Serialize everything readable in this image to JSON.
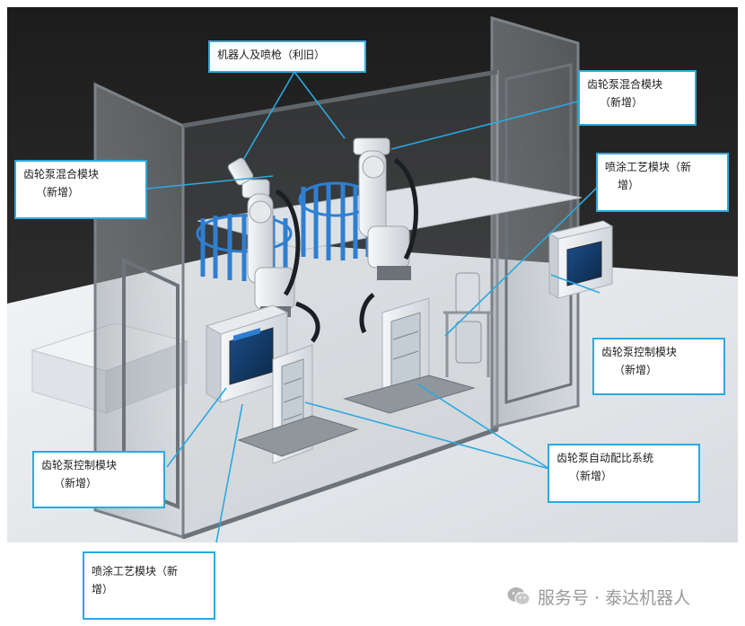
{
  "callouts": {
    "robot_spray_gun": {
      "line1": "机器人及喷枪（利旧）"
    },
    "mixing_left": {
      "line1": "齿轮泵混合模块",
      "line2": "（新增）"
    },
    "mixing_right": {
      "line1": "齿轮泵混合模块",
      "line2": "（新增）"
    },
    "spray_process_right": {
      "line1": "喷涂工艺模块（新",
      "line2": "增）"
    },
    "control_right": {
      "line1": "齿轮泵控制模块",
      "line2": "（新增）"
    },
    "control_left": {
      "line1": "齿轮泵控制模块",
      "line2": "（新增）"
    },
    "auto_ratio_system": {
      "line1": "齿轮泵自动配比系统",
      "line2": "（新增）"
    },
    "spray_process_bottom": {
      "line1": "喷涂工艺模块（新",
      "line2": "增）"
    }
  },
  "watermark": {
    "text": "服务号 · 泰达机器人",
    "icon": "wechat-icon"
  },
  "colors": {
    "accent": "#2aa9e0",
    "background": "#2e2e2e",
    "floor": "#e9ecef",
    "glass_frame": "#8e9397"
  }
}
